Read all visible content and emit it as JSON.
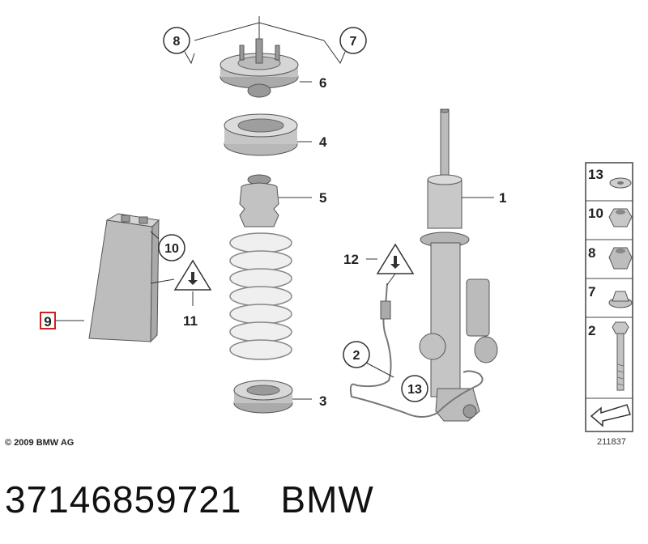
{
  "callouts": {
    "c1": "1",
    "c2": "2",
    "c3": "3",
    "c4": "4",
    "c5": "5",
    "c6": "6",
    "c7": "7",
    "c8": "8",
    "c9": "9",
    "c10": "10",
    "c11": "11",
    "c12": "12",
    "c13": "13"
  },
  "hardware_panel": [
    "13",
    "10",
    "8",
    "7",
    "2"
  ],
  "copyright": "© 2009 BMW AG",
  "diagram_ref": "211837",
  "part_number": "37146859721",
  "brand": "BMW",
  "colors": {
    "highlight_box": "#cc2222",
    "part_fill": "#c9c9c9",
    "spring_fill": "#ececec"
  }
}
